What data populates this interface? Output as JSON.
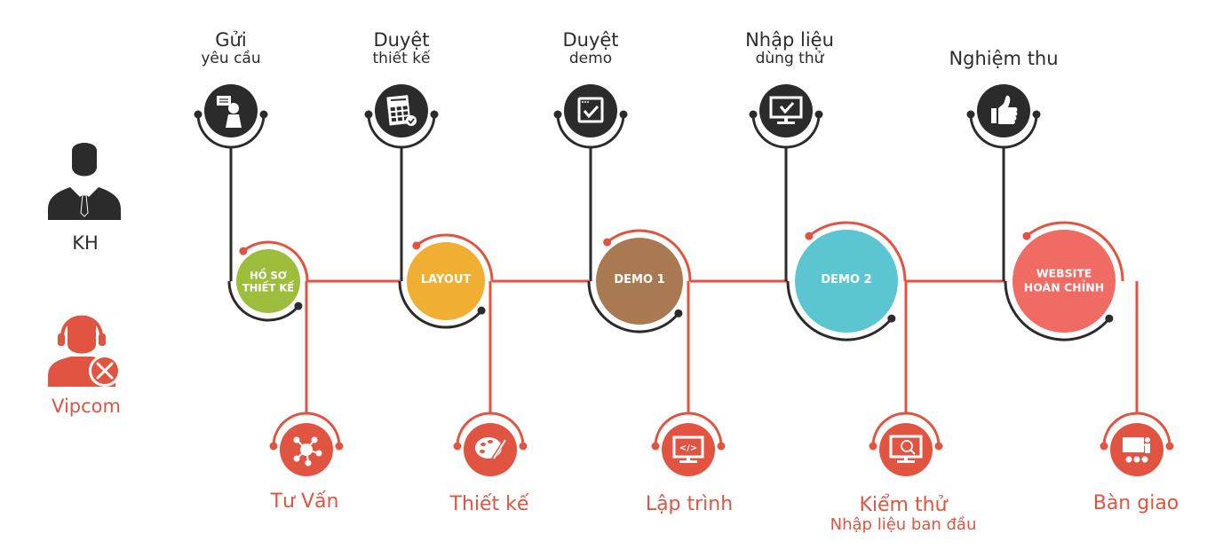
{
  "actors": {
    "customer": {
      "label": "KH",
      "color": "#2b2b2b",
      "icon": "businessman-icon"
    },
    "vendor": {
      "label": "Vipcom",
      "color": "#e05441",
      "icon": "support-agent-tools-icon"
    }
  },
  "colors": {
    "dark": "#2b2b2b",
    "accent": "#e05441"
  },
  "customer_steps": [
    {
      "line1": "Gửi",
      "line2": "yêu cầu",
      "icon": "request-chat-user-icon"
    },
    {
      "line1": "Duyệt",
      "line2": "thiết kế",
      "icon": "design-approval-icon"
    },
    {
      "line1": "Duyệt",
      "line2": "demo",
      "icon": "window-check-icon"
    },
    {
      "line1": "Nhập liệu",
      "line2": "dùng thử",
      "icon": "monitor-check-icon"
    },
    {
      "line1": "Nghiệm thu",
      "line2": "",
      "icon": "thumbs-up-icon"
    }
  ],
  "milestones": [
    {
      "line1": "HỒ SƠ",
      "line2": "THIẾT KẾ",
      "color": "#9dbd3c"
    },
    {
      "line1": "LAYOUT",
      "line2": "",
      "color": "#f0ae33"
    },
    {
      "line1": "DEMO 1",
      "line2": "",
      "color": "#a97a51"
    },
    {
      "line1": "DEMO 2",
      "line2": "",
      "color": "#5bc5d1"
    },
    {
      "line1": "WEBSITE",
      "line2": "HOÀN CHỈNH",
      "color": "#f06b63"
    }
  ],
  "vendor_steps": [
    {
      "line1": "Tư Vấn",
      "line2": "",
      "icon": "network-hub-icon"
    },
    {
      "line1": "Thiết kế",
      "line2": "",
      "icon": "paint-palette-icon"
    },
    {
      "line1": "Lập trình",
      "line2": "",
      "icon": "monitor-code-icon"
    },
    {
      "line1": "Kiểm thử",
      "line2": "Nhập liệu ban đầu",
      "icon": "monitor-search-icon"
    },
    {
      "line1": "Bàn giao",
      "line2": "",
      "icon": "presentation-board-icon"
    }
  ]
}
